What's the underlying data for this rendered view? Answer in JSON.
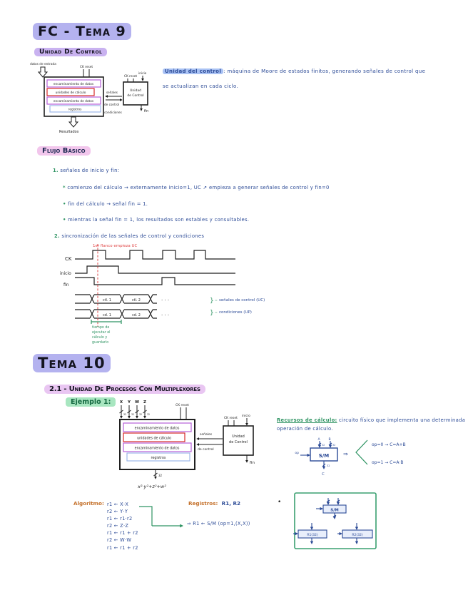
{
  "colors": {
    "ink_blue": "#2b4a96",
    "ink_green": "#2f9463",
    "ink_red": "#e04848",
    "ink_orange": "#c4702a",
    "highlight_periwinkle": "#b4b2ef",
    "highlight_lavender": "#c9b2f0",
    "highlight_pink": "#f2c6ec",
    "highlight_green": "#a8e6c0",
    "highlight_blue": "#a9c2f4",
    "box_purple": "#b65fd8",
    "box_red": "#d62828",
    "box_blue": "#9db8e8",
    "box_green": "#3aa070"
  },
  "tema9": {
    "title": "FC - Tema 9",
    "heading": "Unidad De Control",
    "diagram1": {
      "datos": "datos de entrada",
      "ck": "CK reset",
      "row1": "encaminamiento de datos",
      "row2": "unidades de cálculo",
      "row3": "encaminamiento de datos",
      "row4": "registros",
      "resultados": "Resultados",
      "senales1": "señales",
      "senales2": "de control",
      "condiciones": "condiciones",
      "cu1": "Unidad",
      "cu2": "de Control",
      "cu_ck": "CK reset",
      "inicio": "inicio",
      "fin": "fin"
    },
    "definicion": {
      "term": "Unidad del control",
      "rest": ": máquina de Moore de estados finitos, generando señales de control que",
      "line2": "se actualizan en cada ciclo."
    },
    "flujo_heading": "Flujo Básico",
    "flujo": {
      "n1": "1.",
      "t1": "señales de inicio y fin:",
      "m1": "*",
      "b1": "comienzo del cálculo → externamente inicio=1, UC ↗ empieza a generar señales de control y fin=0",
      "m2": "•",
      "b2": "fin del cálculo → señal fin = 1.",
      "m3": "•",
      "b3": "mientras la señal fin = 1, los resultados son estables y consultables.",
      "n2": "2.",
      "t2": "sincronización de las señales de control y condiciones"
    },
    "timing": {
      "red_note": "1er flanco empieza UC",
      "ck": "CK",
      "inicio": "inicio",
      "fin": "fin",
      "bus1a": "ctl. 1",
      "bus1b": "ctl. 2",
      "bus2a": "cd. 1",
      "bus2b": "cd. 2",
      "dots": "· · ·",
      "brace": "}",
      "eq": "=",
      "legend1": "señales de control (UC)",
      "legend2": "condiciones (UP)",
      "measure": [
        "tiempo de",
        "ejecutar el",
        "cálculo y",
        "guardarlo"
      ]
    }
  },
  "tema10": {
    "title": "Tema 10",
    "section": "2.1 - Unidad De Procesos Con Multiplexores",
    "ejemplo": "Ejemplo 1:",
    "diagram2": {
      "inputs": [
        "X",
        "Y",
        "W",
        "Z"
      ],
      "bits": "32",
      "ck": "CK reset",
      "row1": "encaminamiento de datos",
      "row2": "unidades de cálculo",
      "row3": "encaminamiento de datos",
      "row4": "registros",
      "senales1": "señales",
      "senales2": "de control",
      "cu1": "Unidad",
      "cu2": "de Control",
      "cu_ck": "CK reset",
      "inicio": "inicio",
      "fin": "fin",
      "out_bits": "32",
      "formula": "x²·y²+z²+w²"
    },
    "recursos": {
      "term": "Recursos de cálculo:",
      "rest": " circuito físico que implementa una determinada",
      "line2": "operación de cálculo.",
      "sm": {
        "a": "A",
        "b": "B",
        "bits": "32",
        "op": "op",
        "label": "S/M",
        "c": "C",
        "implies": "⇒",
        "case1": "op=0 → C=A+B",
        "case2": "op=1 → C=A·B"
      }
    },
    "algoritmo": {
      "label": "Algoritmo:",
      "steps": [
        "r1 ← X·X",
        "r2 ← Y·Y",
        "r1 ← r1·r2",
        "r2 ← Z·Z",
        "r1 ← r1 + r2",
        "r2 ← W·W",
        "r1 ← r1 + r2"
      ],
      "reg_label": "Registros:",
      "reg_value": "R1, R2",
      "expansion": "⇒ R1 ← S/M (op=1,(X,X))",
      "bullet": "•"
    },
    "resource_box": {
      "sm": "S/M",
      "r1": "R1(32)",
      "r2": "R2(32)"
    }
  }
}
